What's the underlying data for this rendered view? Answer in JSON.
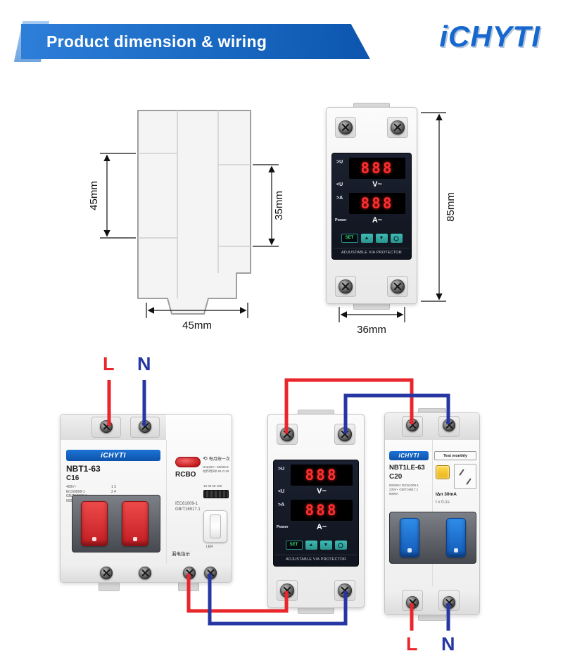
{
  "header": {
    "title": "Product dimension & wiring",
    "logo": "iCHYTI"
  },
  "colors": {
    "banner_blue": "#1767c0",
    "brand_blue": "#1668cf",
    "wire_live_red": "#e8262c",
    "wire_neutral_blue": "#2637a3",
    "display_red": "#ff2f2f",
    "handle_red": "#c21d22",
    "handle_blue": "#1259b8",
    "button_teal": "#2a948d",
    "test_button_yellow": "#e9b214"
  },
  "dims": {
    "side_left": "45mm",
    "side_inner": "35mm",
    "side_bottom": "45mm",
    "front_height": "85mm",
    "front_width": "36mm"
  },
  "protector": {
    "over_voltage": ">U",
    "under_voltage": "<U",
    "over_current": ">A",
    "power": "Power",
    "volt_value": "888",
    "amp_value": "888",
    "volt_unit": "V~",
    "amp_unit": "A~",
    "set": "SET",
    "up": "▲",
    "down": "▼",
    "footer": "ADJUSTABLE V/A PROTECTOR"
  },
  "rcbo": {
    "logo": "iCHYTI",
    "model": "NBT1-63",
    "rating": "C16",
    "type": "RCBO",
    "monthly_icon": "⟲",
    "monthly": "每月按一次",
    "spec1": "Un230V~ 50/60Hz",
    "spec2": "动作时间0.01-0.1S",
    "side_specs": [
      "400V~",
      "IEC60898-1",
      "GB/T10963.1",
      "6000A"
    ],
    "poles": [
      "1  3",
      "2  4"
    ],
    "std1": "IEC61009-1",
    "std2": "GB/T16917.1",
    "ma_scale": "15 30 50 100",
    "led": "LER",
    "leakage_note": "漏电指示"
  },
  "mcb": {
    "logo": "iCHYTI",
    "test": "Test monthly",
    "model": "NBT1LE-63",
    "rating": "C20",
    "spec1": "50/60Hz IEC61009-1",
    "spec2": "230V~ GB/T16917.1",
    "spec3": "6000A",
    "idn": "IΔn 30mA",
    "time": "t ≤ 0.1s"
  },
  "wiring": {
    "l_top": "L",
    "n_top": "N",
    "l_bottom": "L",
    "n_bottom": "N"
  }
}
